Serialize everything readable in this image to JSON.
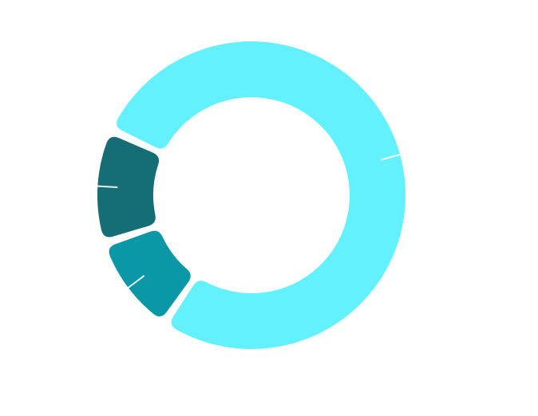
{
  "chart_data": {
    "type": "pie",
    "variant": "donut",
    "title": "",
    "slices": [
      {
        "value": 77.6,
        "color": "#63f1ff"
      },
      {
        "value": 10.4,
        "color": "#0a98a6"
      },
      {
        "value": 12.0,
        "color": "#156e75"
      }
    ],
    "legend": "none",
    "leader_line_color": "#ffffff",
    "background_color": "#ffffff"
  }
}
